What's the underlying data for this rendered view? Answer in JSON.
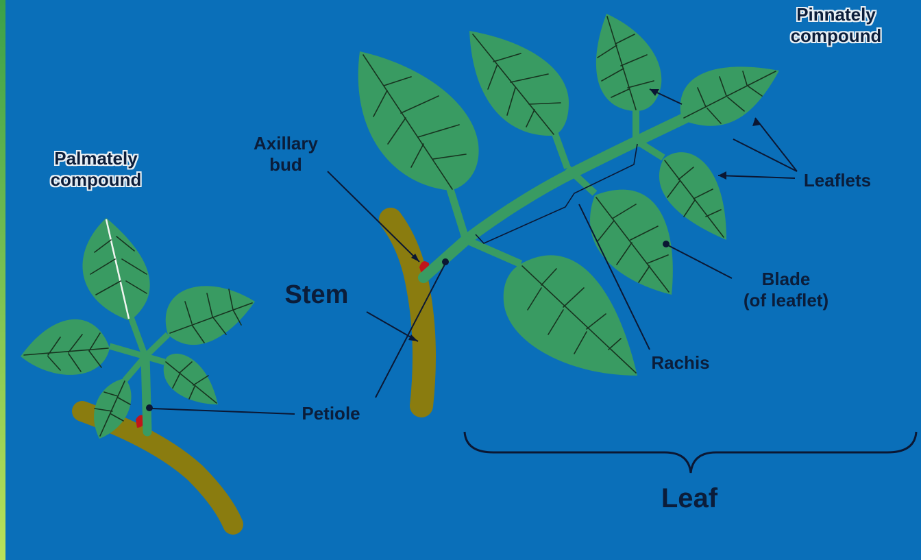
{
  "colors": {
    "background": "#0a6fb9",
    "leaf": "#399b62",
    "vein": "#17331f",
    "stem": "#8a7c0f",
    "bud": "#c0151a",
    "line": "#0b1733",
    "label": "#0b1d3a",
    "halo": "#e9f0f5",
    "frame": "#8fd24a"
  },
  "labels": {
    "palmately": "Palmately\ncompound",
    "pinnately": "Pinnately\ncompound",
    "axillary_bud": "Axillary\nbud",
    "stem": "Stem",
    "leaflets": "Leaflets",
    "blade": "Blade\n(of leaflet)",
    "rachis": "Rachis",
    "petiole": "Petiole",
    "leaf": "Leaf"
  }
}
